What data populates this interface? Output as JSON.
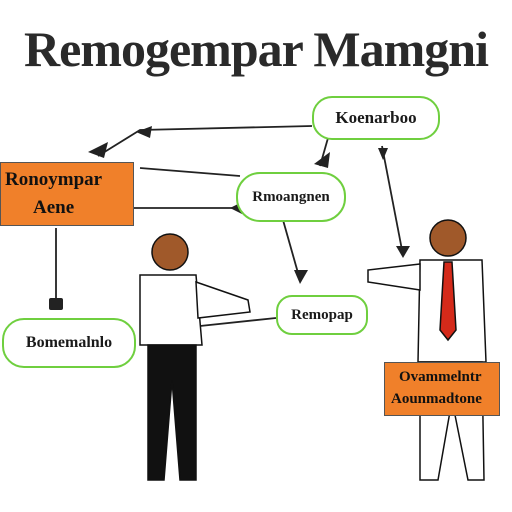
{
  "title": "Remogempar Mamgni",
  "bubbles": {
    "top_right": "Koenarboo",
    "middle": "Rmoangnen",
    "lower_center": "Remopap",
    "left": "Bomemalnlo"
  },
  "boxes": {
    "left_line1": "Ronoympar",
    "left_line2": "Aene",
    "right_line1": "Ovammelntr",
    "right_line2": "Aounmadtone"
  },
  "colors": {
    "green_outline": "#6fcf3f",
    "orange_fill": "#f0802a",
    "tie": "#d42a1a",
    "skin": "#a0592a"
  }
}
